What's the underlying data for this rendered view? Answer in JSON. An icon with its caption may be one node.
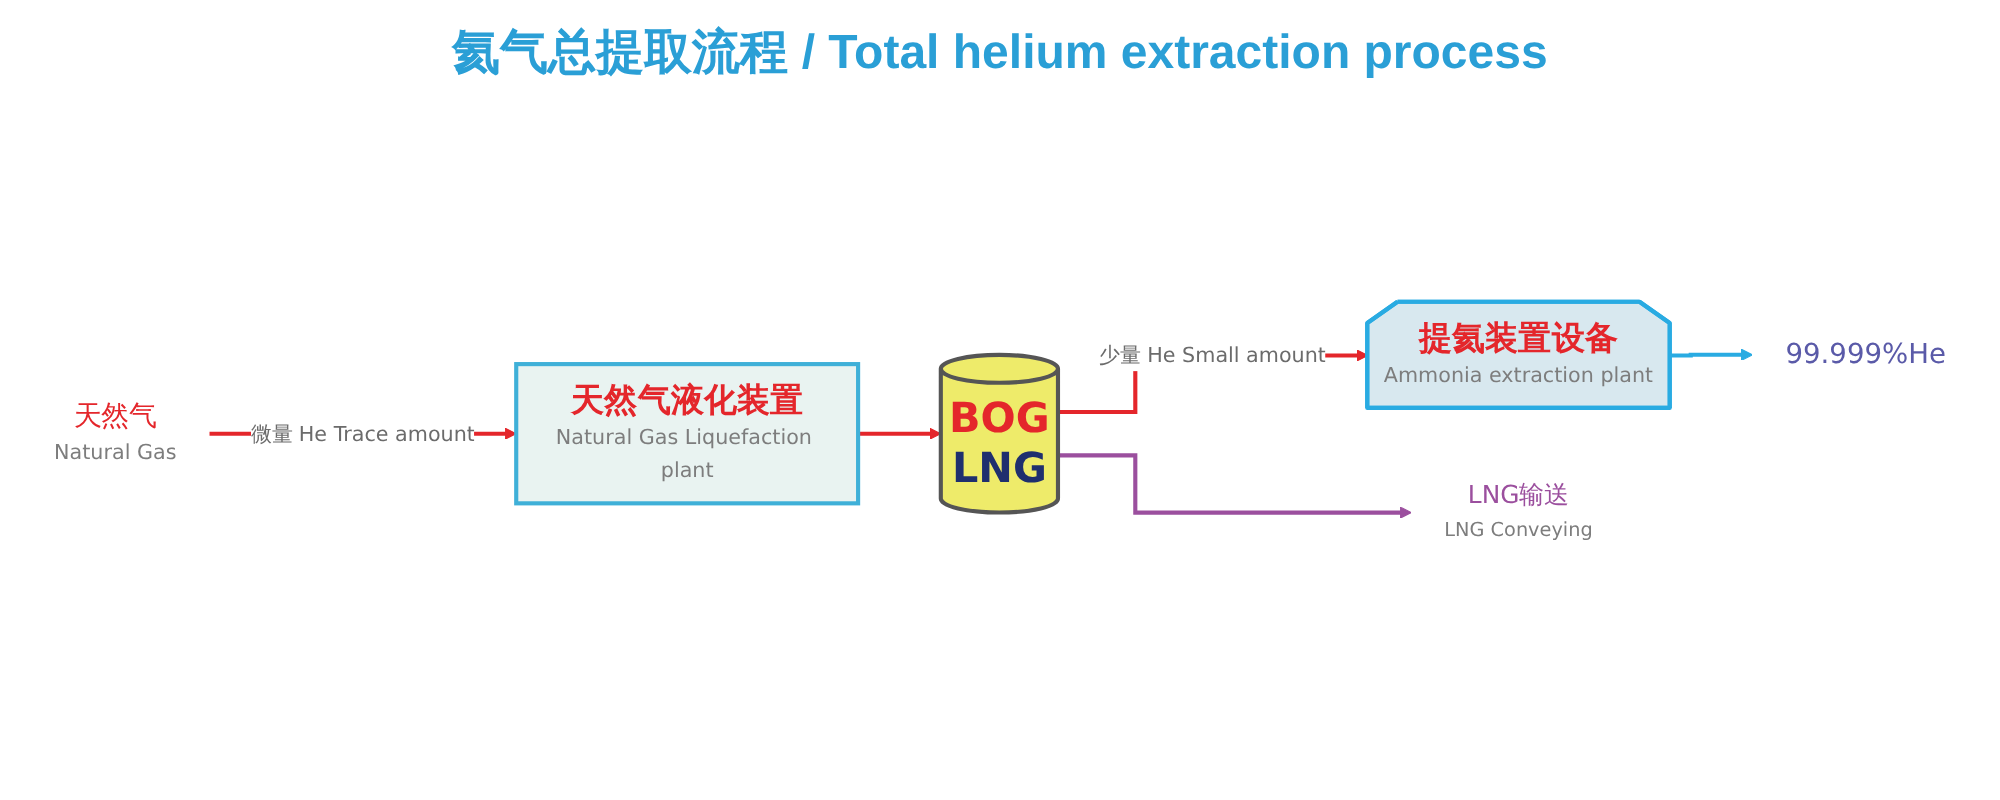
{
  "diagram": {
    "title": "氦气总提取流程 / Total helium extraction process",
    "nodes": [
      {
        "text": [
          "天然气",
          "Natural Gas"
        ]
      },
      {
        "text": [
          "天然气液化装置",
          "Natural Gas Liquefaction plant"
        ]
      },
      {
        "text": [
          "BOG",
          "LNG"
        ]
      },
      {
        "text": [
          "提氦装置设备",
          "Ammonia extraction plant"
        ]
      },
      {
        "text": [
          "LNG输送",
          "LNG Conveying"
        ]
      },
      {
        "text": [
          "99.999%He"
        ]
      }
    ],
    "edges": [
      {
        "from": 0,
        "to": 1,
        "arrow": "to",
        "label": "微量 He Trace amount"
      },
      {
        "from": 1,
        "to": 2,
        "arrow": "to"
      },
      {
        "from": 2,
        "to": 3,
        "arrow": "to",
        "label": "少量 He Small amount"
      },
      {
        "from": 2,
        "to": 4,
        "arrow": "to",
        "color": "#9b4f9e"
      },
      {
        "from": 3,
        "to": 5,
        "arrow": "to",
        "color": "#29abe2"
      }
    ]
  }
}
